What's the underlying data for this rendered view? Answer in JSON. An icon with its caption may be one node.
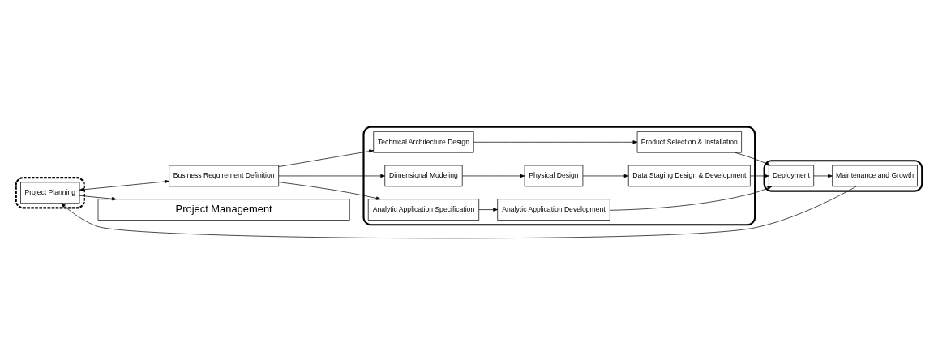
{
  "diagram": {
    "nodes": [
      {
        "text": [],
        "shape": "box"
      },
      {
        "text": [
          "Project Planning"
        ],
        "in": 0
      },
      {
        "text": [
          "Business Requirement Definition"
        ]
      },
      {
        "text": [],
        "shape": "box"
      },
      {
        "text": [
          "Technical Architecture Design"
        ],
        "in": 3
      },
      {
        "text": [
          "Product Selection & Installation"
        ],
        "in": 3
      },
      {
        "text": [
          "Dimensional Modeling"
        ],
        "in": 3
      },
      {
        "text": [
          "Physical Design"
        ],
        "in": 3
      },
      {
        "text": [
          "Data Staging Design & Development"
        ],
        "in": 3
      },
      {
        "text": [
          "Analytic Application Specification"
        ],
        "in": 3
      },
      {
        "text": [
          "Analytic Application Development"
        ],
        "in": 3
      },
      {
        "text": [],
        "shape": "box"
      },
      {
        "text": [
          "Deployment"
        ],
        "in": 11
      },
      {
        "text": [
          "Maintenance and Growth"
        ],
        "in": 11
      },
      {
        "text": [
          "Project Management"
        ]
      }
    ],
    "edges": [
      {
        "from": 1,
        "to": 2,
        "arrow": "both"
      },
      {
        "from": 2,
        "to": 4,
        "arrow": "to"
      },
      {
        "from": 2,
        "to": 6,
        "arrow": "to"
      },
      {
        "from": 2,
        "to": 9,
        "arrow": "to"
      },
      {
        "from": 4,
        "to": 5,
        "arrow": "to"
      },
      {
        "from": 6,
        "to": 7,
        "arrow": "to"
      },
      {
        "from": 7,
        "to": 8,
        "arrow": "to"
      },
      {
        "from": 9,
        "to": 10,
        "arrow": "to"
      },
      {
        "from": 5,
        "to": 12,
        "arrow": "to"
      },
      {
        "from": 8,
        "to": 12,
        "arrow": "to"
      },
      {
        "from": 10,
        "to": 12,
        "arrow": "to"
      },
      {
        "from": 12,
        "to": 13,
        "arrow": "to"
      },
      {
        "from": 13,
        "to": 1,
        "arrow": "to"
      },
      {
        "from": 1,
        "to": 14,
        "arrow": "to"
      }
    ]
  }
}
